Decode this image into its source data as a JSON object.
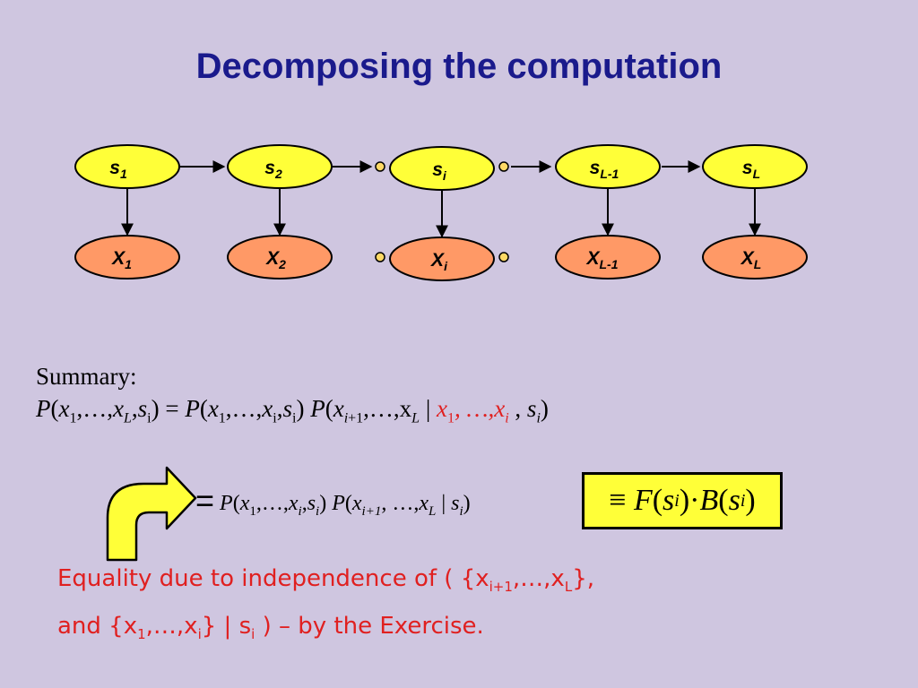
{
  "title": "Decomposing the computation",
  "colors": {
    "background": "#cfc6e0",
    "title": "#1a1a8c",
    "state_node": "#ffff38",
    "observation_node": "#ff9966",
    "highlight_red": "#e02020"
  },
  "nodes": {
    "states": [
      {
        "base": "s",
        "sub": "1"
      },
      {
        "base": "s",
        "sub": "2"
      },
      {
        "base": "s",
        "sub": "i"
      },
      {
        "base": "s",
        "sub": "L-1"
      },
      {
        "base": "s",
        "sub": "L"
      }
    ],
    "observations": [
      {
        "base": "X",
        "sub": "1"
      },
      {
        "base": "X",
        "sub": "2"
      },
      {
        "base": "X",
        "sub": "i"
      },
      {
        "base": "X",
        "sub": "L-1"
      },
      {
        "base": "X",
        "sub": "L"
      }
    ]
  },
  "summary": {
    "heading": "Summary:",
    "lhs": "P(x1,…,xL,si) =",
    "p": "P",
    "x": "x",
    "s": "s",
    "one": "1",
    "i": "i",
    "L": "L",
    "iplus1": "i+1",
    "ellipsis": "…",
    "red_ellipsis": "…",
    "xL_upright": "x"
  },
  "equality_line": {
    "eq": "="
  },
  "boxed_formula": {
    "equiv": "≡",
    "F": "F",
    "B": "B",
    "dot": "·"
  },
  "note": {
    "line1_a": "Equality due to  independence of  ( {x",
    "line1_sub1": "i+1",
    "line1_b": ",…,x",
    "line1_sub2": "L",
    "line1_c": "},",
    "line2_a": "and {x",
    "line2_sub1": "1",
    "line2_b": ",…,x",
    "line2_sub2": "i",
    "line2_c": "} | s",
    "line2_sub3": "i",
    "line2_d": " ) – by the Exercise."
  }
}
